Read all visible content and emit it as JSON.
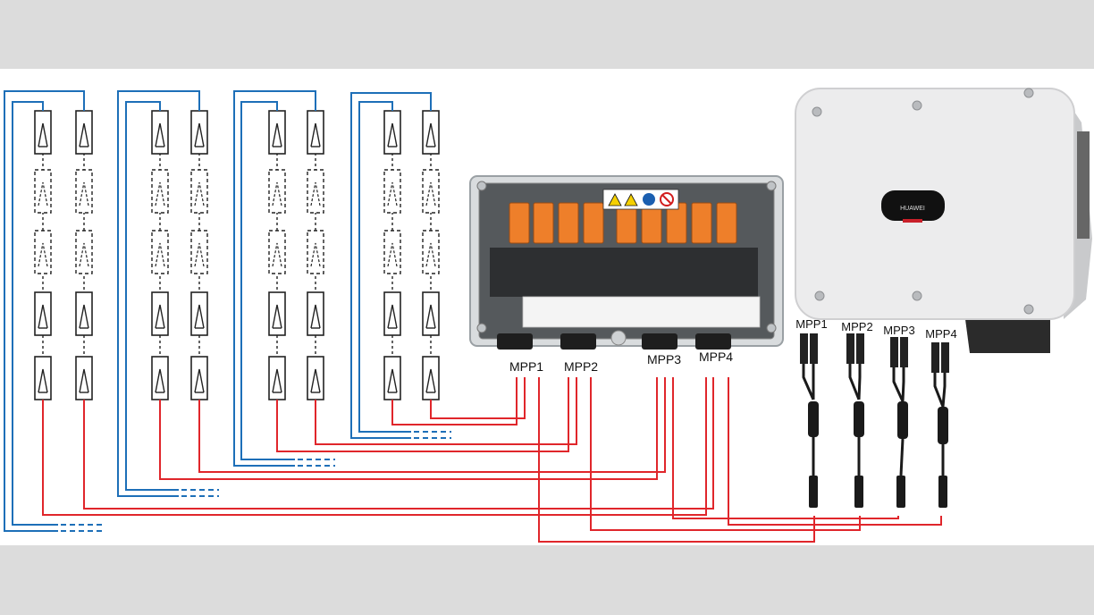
{
  "diagram": {
    "combiner_box_labels": [
      "MPP1",
      "MPP2",
      "MPP3",
      "MPP4"
    ],
    "inverter_labels": [
      "MPP1",
      "MPP2",
      "MPP3",
      "MPP4"
    ],
    "inverter_brand": "HUAWEI",
    "colors": {
      "positive_wire": "#e0262b",
      "negative_wire": "#1d6fb8",
      "panel_outline": "#222222",
      "background": "#ffffff",
      "frame": "#dcdcdc"
    }
  }
}
